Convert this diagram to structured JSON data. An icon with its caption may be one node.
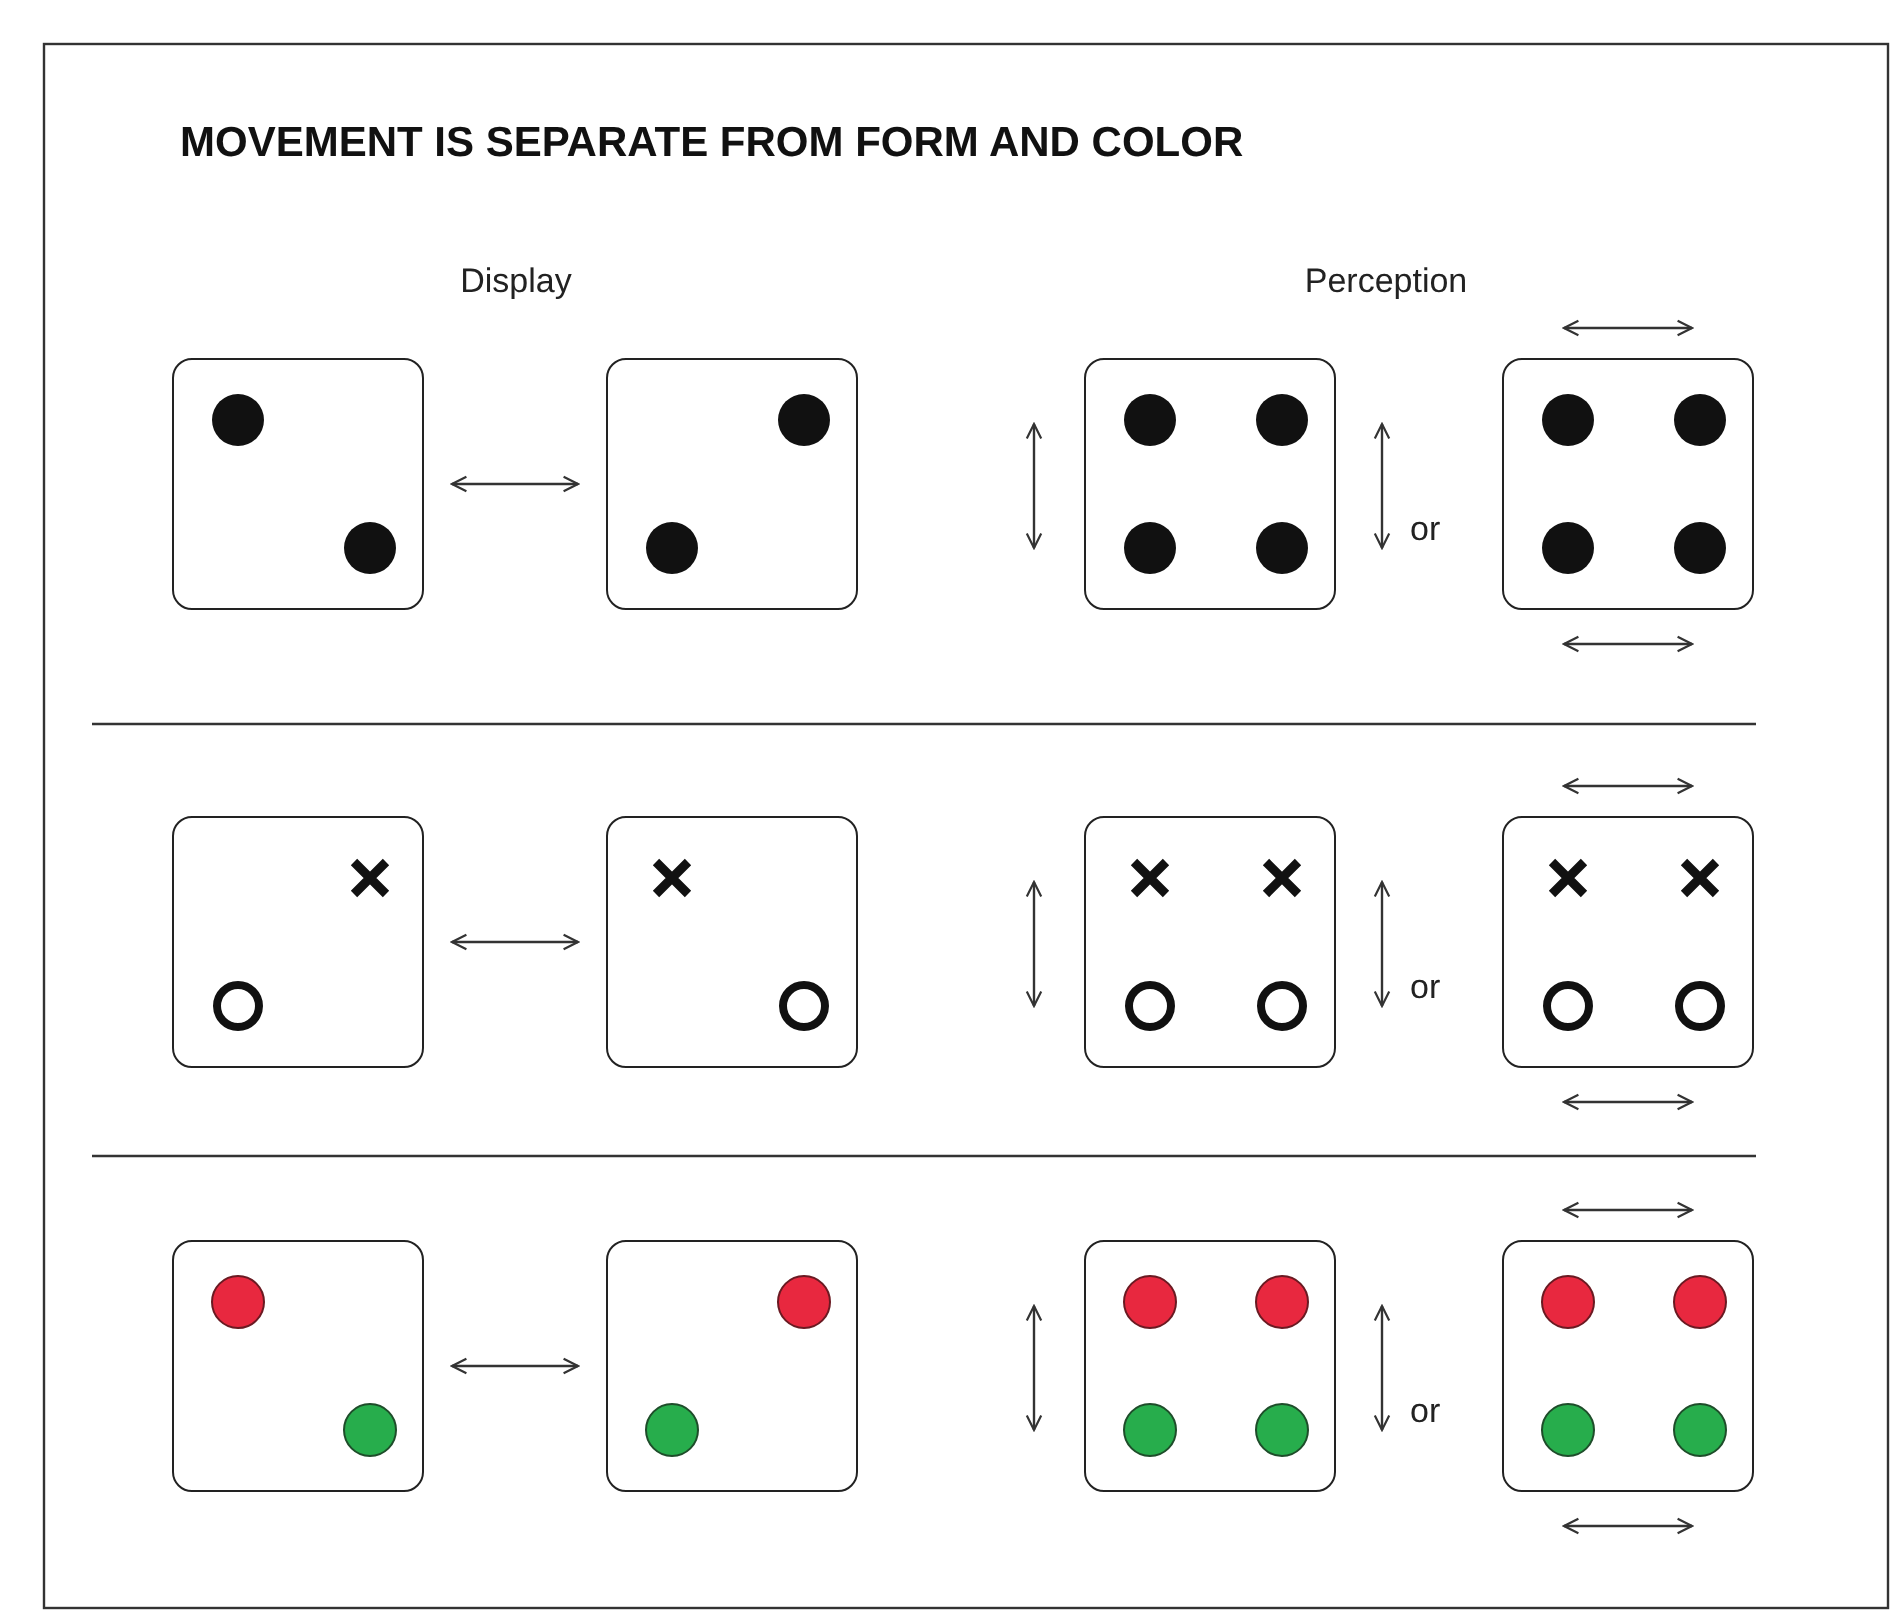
{
  "diagram": {
    "title": "MOVEMENT IS SEPARATE FROM FORM AND COLOR",
    "nodes": [
      {
        "text": [],
        "shape": "box"
      },
      {
        "text": [],
        "shape": "box"
      },
      {
        "text": [],
        "shape": "box"
      },
      {
        "text": [],
        "shape": "box"
      },
      {
        "text": [],
        "shape": "box"
      },
      {
        "text": [],
        "shape": "box"
      },
      {
        "text": [],
        "shape": "box"
      },
      {
        "text": [],
        "shape": "box"
      },
      {
        "text": [],
        "shape": "box"
      },
      {
        "text": [],
        "shape": "box"
      },
      {
        "text": [],
        "shape": "box"
      },
      {
        "text": [],
        "shape": "box"
      }
    ],
    "edges": [
      {
        "from": 0,
        "to": 1,
        "arrow": "both"
      },
      {
        "from": 4,
        "to": 5,
        "arrow": "both"
      },
      {
        "from": 8,
        "to": 9,
        "arrow": "both"
      }
    ],
    "labels": [
      "Display",
      "Perception",
      "or",
      "or",
      "or"
    ]
  }
}
